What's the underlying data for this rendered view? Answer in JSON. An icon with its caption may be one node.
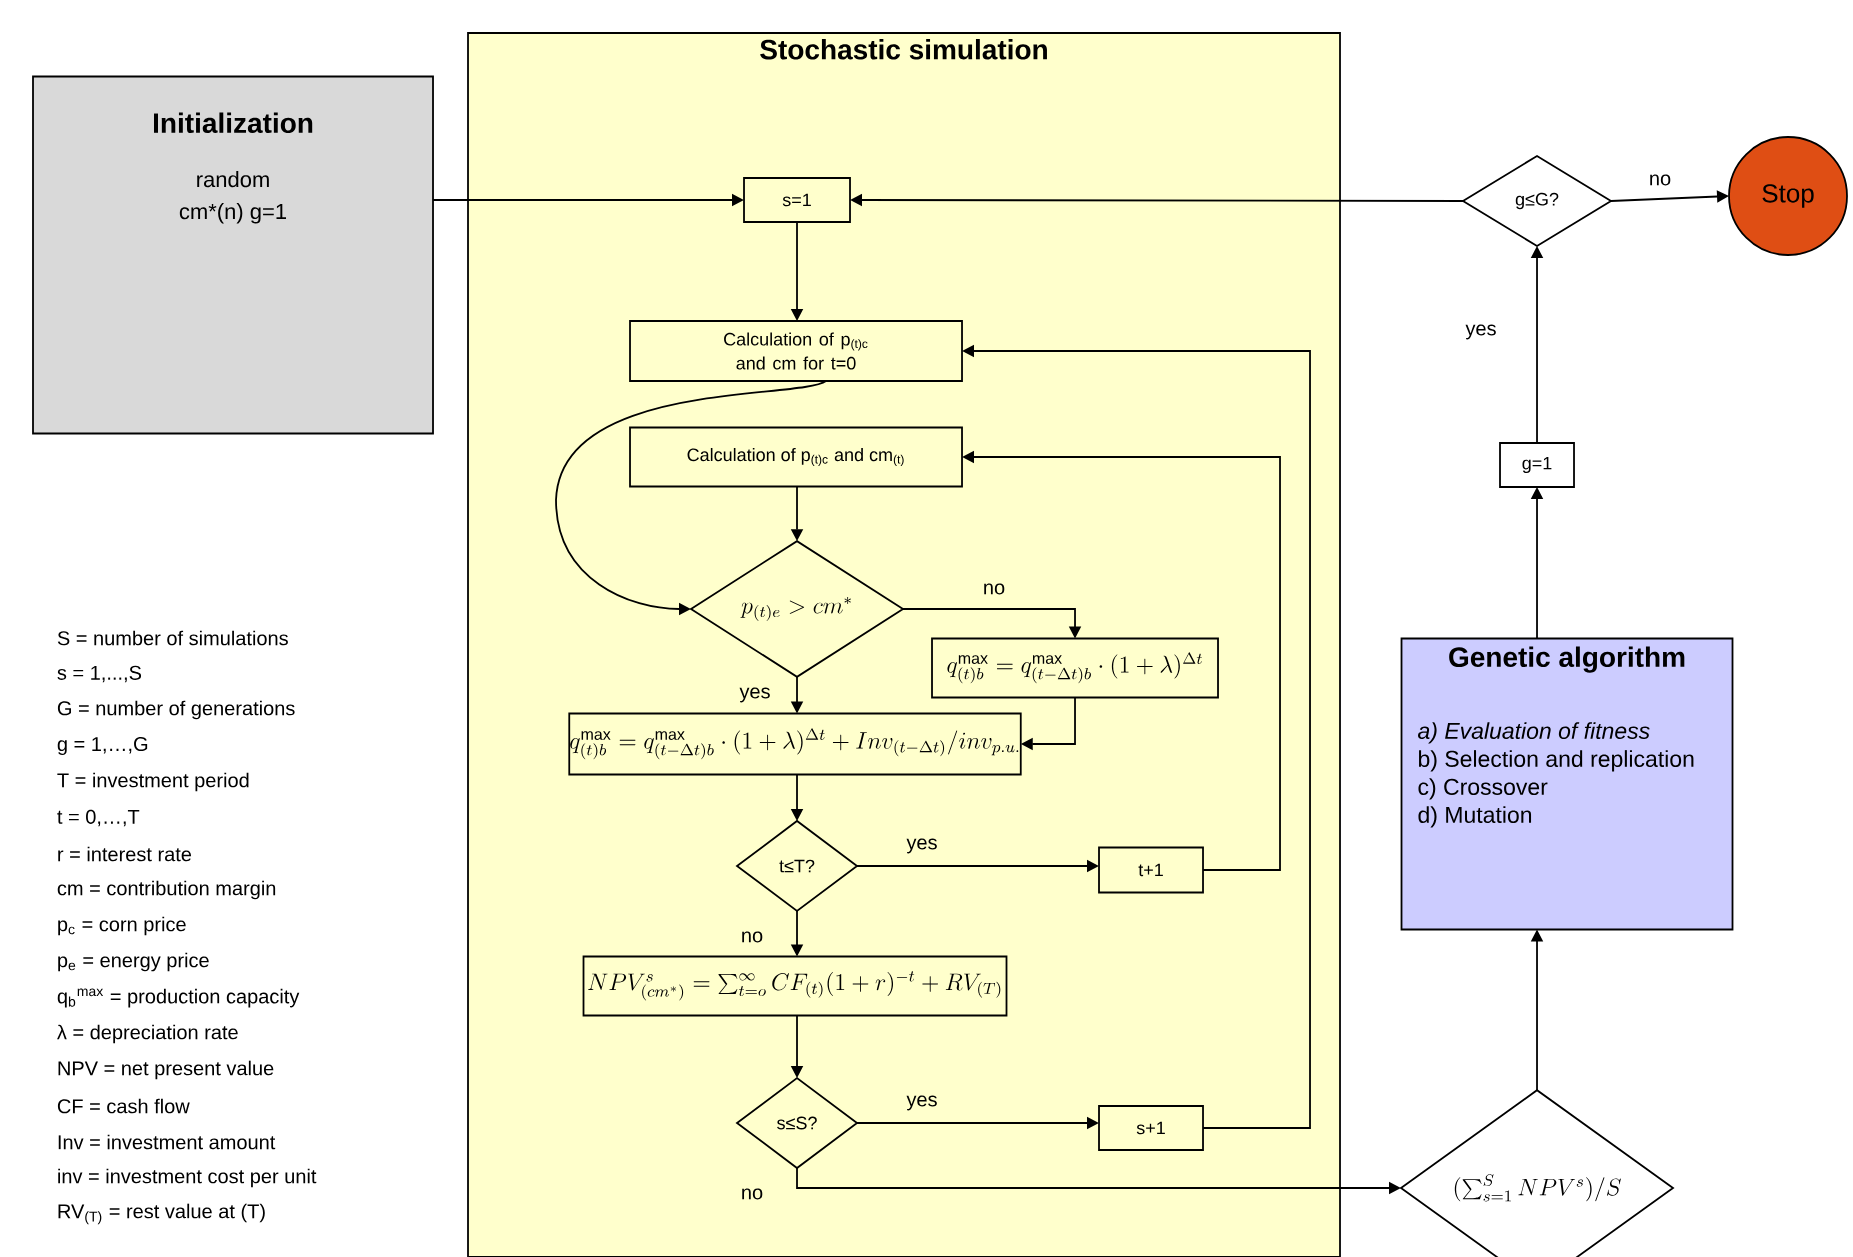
{
  "diagram": {
    "nodes": [
      {
        "text": [
          "Initialization",
          "random cm*(n) g=1"
        ]
      },
      {
        "text": [
          "Stochastic simulation"
        ]
      },
      {
        "text": [
          "s=1"
        ],
        "in": 1
      },
      {
        "text": [
          "Calculation of p$_{(t)c}$ and cm for t=0"
        ],
        "in": 1
      },
      {
        "text": [
          "Calculation of p$_{(t)c}$ and cm$_{(t)}$"
        ],
        "in": 1
      },
      {
        "text": [
          "p_{(t)e} > cm^{*}"
        ],
        "in": 1
      },
      {
        "text": [
          "q^{\\max}_{(t)b} = q^{\\max}_{(t-\\Delta t)b} \\cdot (1+\\lambda)^{\\Delta t}"
        ],
        "in": 1
      },
      {
        "text": [
          "q^{\\max}_{(t)b} = q^{\\max}_{(t-\\Delta t)b} \\cdot (1+\\lambda)^{\\Delta t} + Inv_{(t-\\Delta t)} / inv_{p.u.}"
        ],
        "in": 1
      },
      {
        "text": [
          "t≤T?"
        ],
        "in": 1
      },
      {
        "text": [
          "t+1"
        ],
        "in": 1
      },
      {
        "text": [
          "NPV^{s}_{(cm^{*})} = \\sum_{t=o}^{\\infty} CF_{(t)} (1+r)^{-t} + RV_{(T)}"
        ],
        "in": 1
      },
      {
        "text": [
          "s≤S?"
        ],
        "in": 1
      },
      {
        "text": [
          "s+1"
        ],
        "in": 1
      },
      {
        "text": [
          "g≤G?"
        ]
      },
      {
        "text": [
          "Stop"
        ]
      },
      {
        "text": [
          "g=1"
        ]
      },
      {
        "text": [
          "Genetic algorithm",
          "a) Evaluation of fitness",
          "b) Selection and replication",
          "c) Crossover",
          "d) Mutation"
        ]
      },
      {
        "text": [
          "(\\sum_{s=1}^{S} NPV^{s}) / S"
        ]
      }
    ],
    "edges": [
      {
        "from": 0,
        "to": 2,
        "arrow": "to"
      },
      {
        "from": 13,
        "to": 2,
        "arrow": "to"
      },
      {
        "from": 13,
        "to": 14,
        "arrow": "to",
        "label": "no"
      },
      {
        "from": 15,
        "to": 13,
        "arrow": "to",
        "label": "yes"
      },
      {
        "from": 16,
        "to": 15,
        "arrow": "to"
      },
      {
        "from": 17,
        "to": 16,
        "arrow": "to"
      },
      {
        "from": 2,
        "to": 3,
        "arrow": "to"
      },
      {
        "from": 3,
        "to": 5,
        "arrow": "to"
      },
      {
        "from": 4,
        "to": 5,
        "arrow": "to"
      },
      {
        "from": 5,
        "to": 6,
        "arrow": "to",
        "label": "no"
      },
      {
        "from": 5,
        "to": 7,
        "arrow": "to",
        "label": "yes"
      },
      {
        "from": 6,
        "to": 7,
        "arrow": "to"
      },
      {
        "from": 7,
        "to": 8,
        "arrow": "to"
      },
      {
        "from": 8,
        "to": 9,
        "arrow": "to",
        "label": "yes"
      },
      {
        "from": 9,
        "to": 4,
        "arrow": "to"
      },
      {
        "from": 8,
        "to": 10,
        "arrow": "to",
        "label": "no"
      },
      {
        "from": 10,
        "to": 11,
        "arrow": "to"
      },
      {
        "from": 11,
        "to": 12,
        "arrow": "to",
        "label": "yes"
      },
      {
        "from": 12,
        "to": 3,
        "arrow": "to"
      },
      {
        "from": 11,
        "to": 17,
        "arrow": "to",
        "label": "no"
      }
    ],
    "labels": [
      "S = number of simulations",
      "s = 1,...,S",
      "G = number of generations",
      "g = 1,…,G",
      "T = investment period",
      "t = 0,…,T",
      "r = interest rate",
      "cm = contribution margin",
      "p$_{c}$ = corn price",
      "p$_{e}$ = energy price",
      "q$_{b}$$^{max}$ = production capacity",
      "λ = depreciation rate",
      "NPV = net present value",
      "CF = cash flow",
      "Inv = investment amount",
      "inv = investment cost per unit",
      "RV$_{(T)}$ = rest value at (T)"
    ]
  }
}
